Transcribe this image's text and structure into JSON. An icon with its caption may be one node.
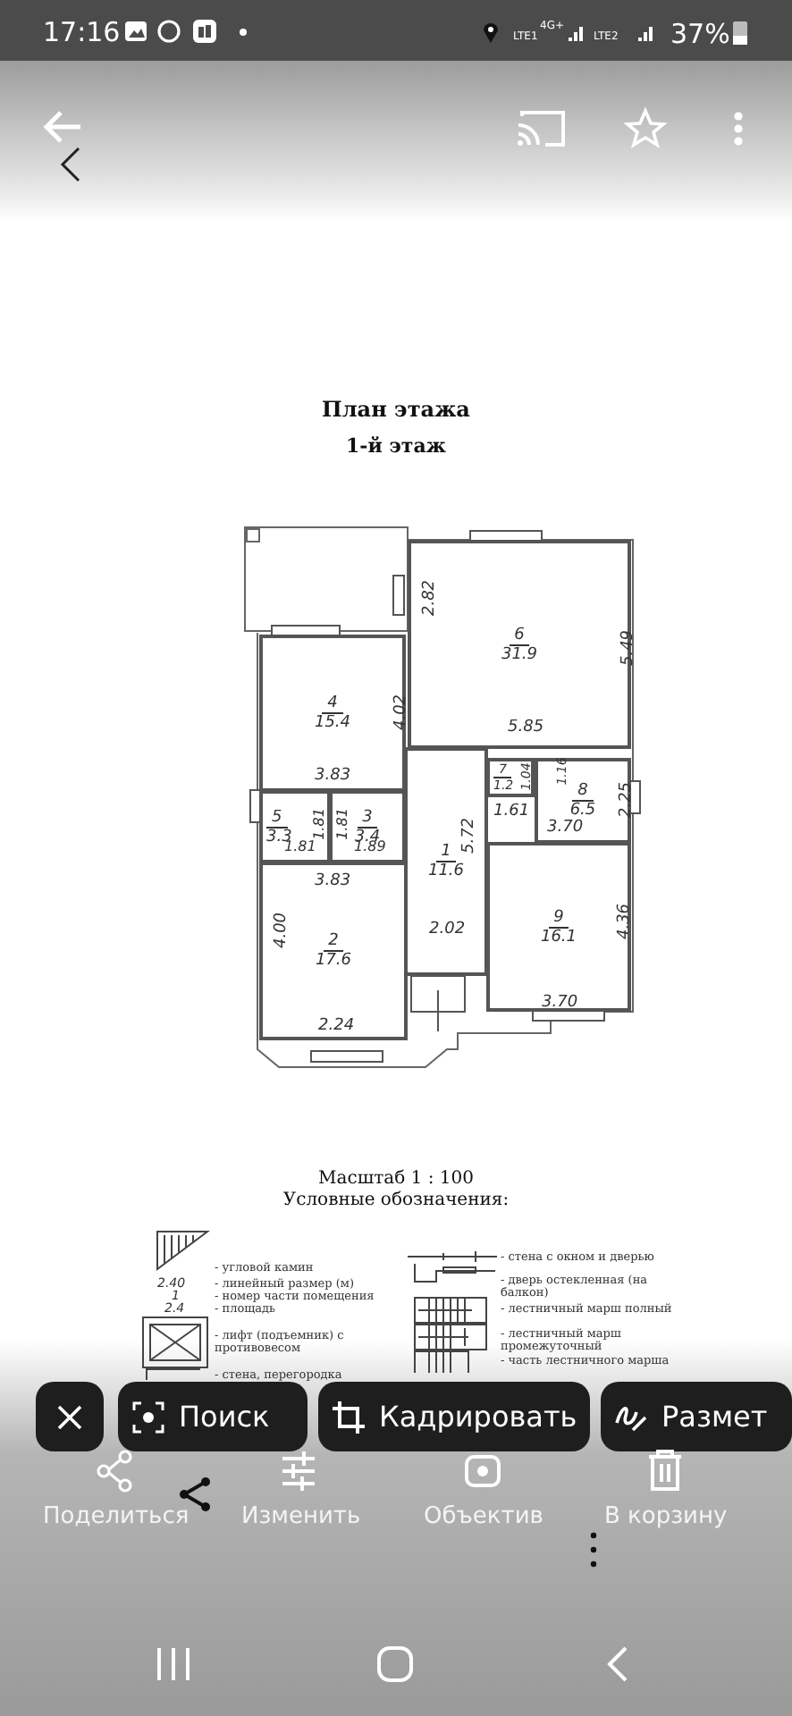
{
  "diagram": {
    "title": "План этажа",
    "nodes": [
      {
        "text": [
          "6",
          "31.9"
        ]
      },
      {
        "text": [
          "4",
          "15.4"
        ]
      },
      {
        "text": [
          "7",
          "1.2"
        ]
      },
      {
        "text": [
          "8",
          "6.5"
        ]
      },
      {
        "text": [
          "5",
          "3.3"
        ]
      },
      {
        "text": [
          "3",
          "3.4"
        ]
      },
      {
        "text": [
          "1",
          "11.6"
        ]
      },
      {
        "text": [
          "2",
          "17.6"
        ]
      },
      {
        "text": [
          "9",
          "16.1"
        ]
      }
    ],
    "edges": [],
    "labels": [
      "17:16",
      "LTE1",
      "4G+",
      "LTE2",
      "37%",
      "1-й этаж",
      "2.82",
      "5.49",
      "4.02",
      "5.85",
      "3.83",
      "1.04",
      "1.16",
      "2.25",
      "1.81",
      "1.81",
      "1.61",
      "3.70",
      "1.81",
      "1.89",
      "5.72",
      "3.83",
      "4.00",
      "2.02",
      "4.36",
      "2.24",
      "3.70",
      "Масштаб 1 : 100",
      "Условные обозначения:",
      "2.40",
      "1",
      "2.4",
      "Поиск",
      "Кадрировать",
      "Размет",
      "Поделиться",
      "Изменить",
      "Объектив",
      "В корзину"
    ],
    "legend": [
      {
        "text": "- угловой камин"
      },
      {
        "text": "- линейный размер (м)"
      },
      {
        "text": "- номер части помещения"
      },
      {
        "text": "- площадь"
      },
      {
        "text": "- лифт (подъемник) с противовесом"
      },
      {
        "text": "- стена, перегородка"
      },
      {
        "text": "- стена с окном и дверью"
      },
      {
        "text": "- дверь остекленная (на балкон)"
      },
      {
        "text": "- лестничный марш полный"
      },
      {
        "text": "- лестничный марш промежуточный"
      },
      {
        "text": "- часть лестничного марша"
      }
    ]
  }
}
